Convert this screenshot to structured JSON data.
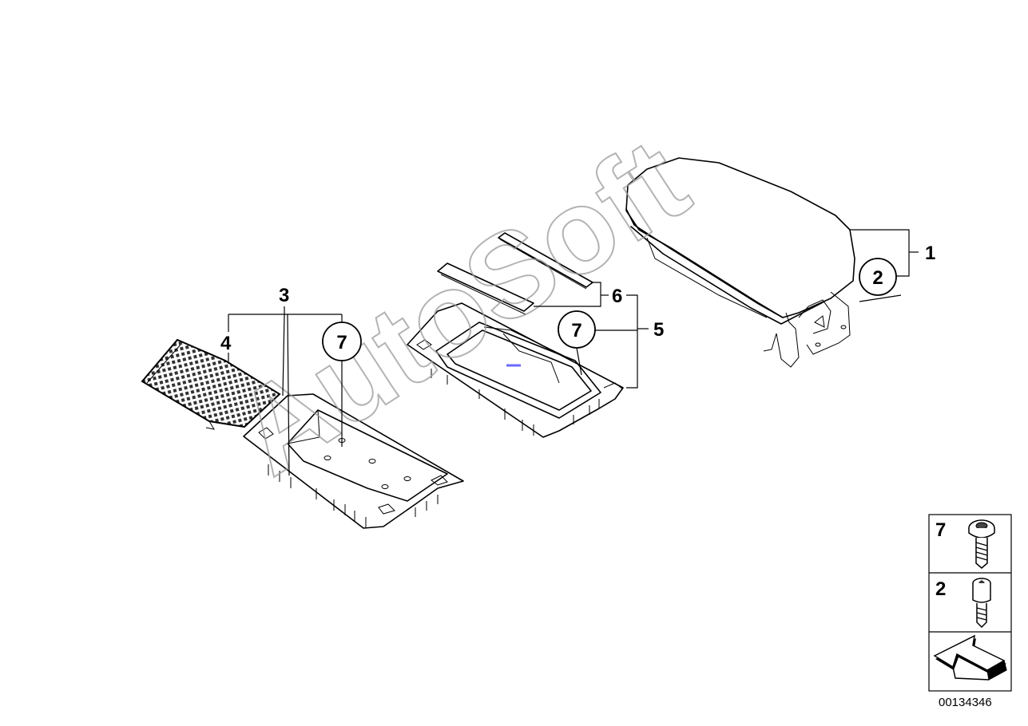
{
  "watermark": "AutoSoft",
  "callouts": {
    "c1": "1",
    "c2": "2",
    "c3": "3",
    "c4": "4",
    "c5": "5",
    "c6": "6",
    "c7a": "7",
    "c7b": "7"
  },
  "legend": {
    "item_top": "7",
    "item_middle": "2"
  },
  "diagram_number": "00134346"
}
